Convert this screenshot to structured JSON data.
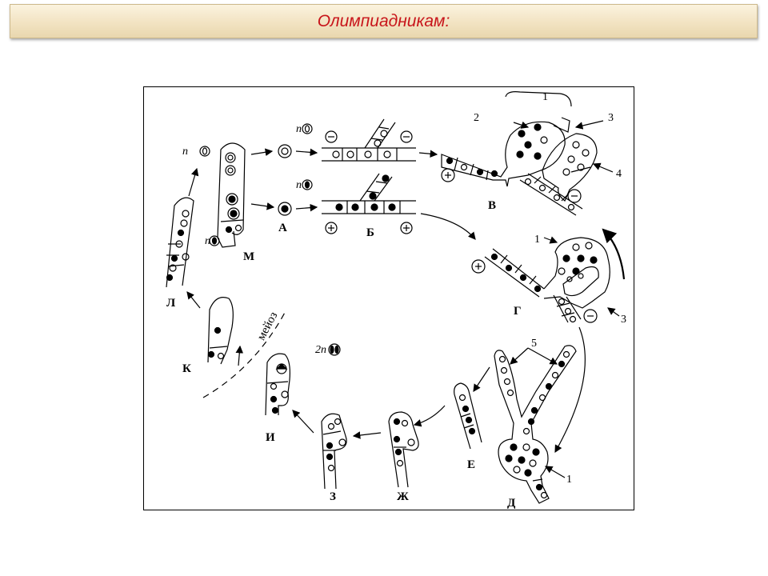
{
  "header": {
    "title": "Олимпиадникам:"
  },
  "diagram": {
    "stage_labels": [
      "А",
      "Б",
      "В",
      "Г",
      "Д",
      "Е",
      "Ж",
      "З",
      "И",
      "К",
      "Л",
      "М"
    ],
    "part_numbers": {
      "one": "1",
      "two": "2",
      "three": "3",
      "four": "4",
      "five": "5"
    },
    "ploidy": {
      "haploid": "n",
      "diploid": "2n"
    },
    "signs": {
      "plus": "+",
      "minus": "–"
    },
    "process": {
      "meiosis": "мейоз"
    }
  }
}
